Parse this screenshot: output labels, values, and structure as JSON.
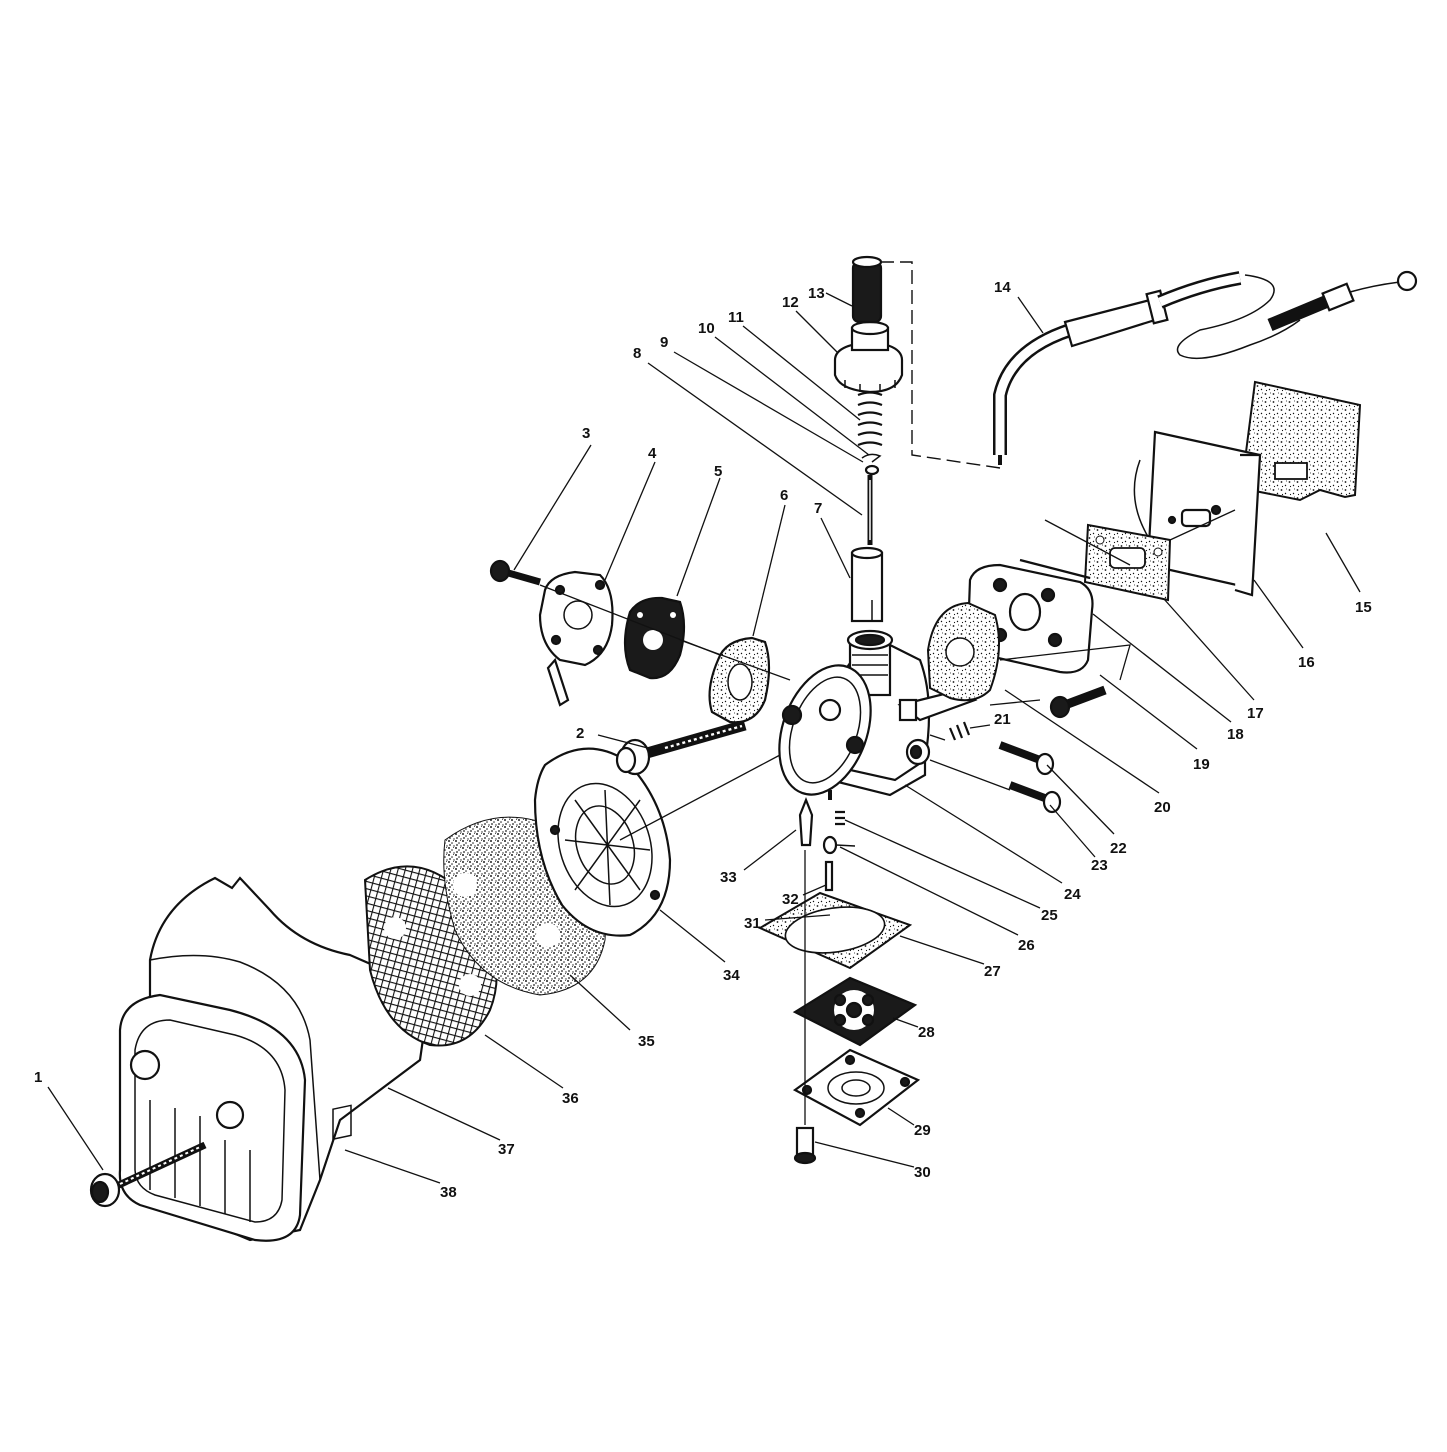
{
  "parts": [
    {
      "num": "1"
    },
    {
      "num": "2"
    },
    {
      "num": "3"
    },
    {
      "num": "4"
    },
    {
      "num": "5"
    },
    {
      "num": "6"
    },
    {
      "num": "7"
    },
    {
      "num": "8"
    },
    {
      "num": "9"
    },
    {
      "num": "10"
    },
    {
      "num": "11"
    },
    {
      "num": "12"
    },
    {
      "num": "13"
    },
    {
      "num": "14"
    },
    {
      "num": "15"
    },
    {
      "num": "16"
    },
    {
      "num": "17"
    },
    {
      "num": "18"
    },
    {
      "num": "19"
    },
    {
      "num": "20"
    },
    {
      "num": "21"
    },
    {
      "num": "22"
    },
    {
      "num": "23"
    },
    {
      "num": "24"
    },
    {
      "num": "25"
    },
    {
      "num": "26"
    },
    {
      "num": "27"
    },
    {
      "num": "28"
    },
    {
      "num": "29"
    },
    {
      "num": "30"
    },
    {
      "num": "31"
    },
    {
      "num": "32"
    },
    {
      "num": "33"
    },
    {
      "num": "34"
    },
    {
      "num": "35"
    },
    {
      "num": "36"
    },
    {
      "num": "37"
    },
    {
      "num": "38"
    }
  ],
  "colors": {
    "ink": "#111111",
    "paper": "#ffffff"
  }
}
